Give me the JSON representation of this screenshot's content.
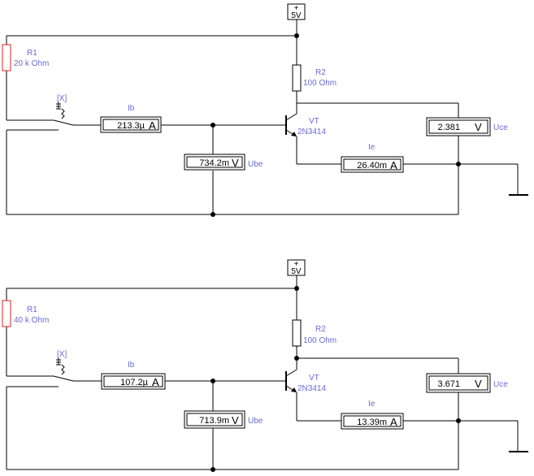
{
  "circuits": [
    {
      "supply": {
        "sign": "+",
        "value": "5V"
      },
      "switch_key": "[X]",
      "r1": {
        "name": "R1",
        "value": "20 k Ohm"
      },
      "r2": {
        "name": "R2",
        "value": "100  Ohm"
      },
      "transistor": {
        "name": "VT",
        "model": "2N3414"
      },
      "ib": {
        "label": "Ib",
        "reading": "213.3µ",
        "unit": "A"
      },
      "ube": {
        "label": "Ube",
        "reading": "734.2m",
        "unit": "V"
      },
      "ie": {
        "label": "Ie",
        "reading": "26.40m",
        "unit": "A"
      },
      "uce": {
        "label": "Uce",
        "reading": "2.381",
        "unit": "V"
      }
    },
    {
      "supply": {
        "sign": "+",
        "value": "5V"
      },
      "switch_key": "[X]",
      "r1": {
        "name": "R1",
        "value": "40 k Ohm"
      },
      "r2": {
        "name": "R2",
        "value": "100  Ohm"
      },
      "transistor": {
        "name": "VT",
        "model": "2N3414"
      },
      "ib": {
        "label": "Ib",
        "reading": "107.2µ",
        "unit": "A"
      },
      "ube": {
        "label": "Ube",
        "reading": "713.9m",
        "unit": "V"
      },
      "ie": {
        "label": "Ie",
        "reading": "13.39m",
        "unit": "A"
      },
      "uce": {
        "label": "Uce",
        "reading": "3.671",
        "unit": "V"
      }
    }
  ],
  "colors": {
    "wire": "#000000",
    "label": "#6b6bd6",
    "r1_body": "#e02020"
  }
}
